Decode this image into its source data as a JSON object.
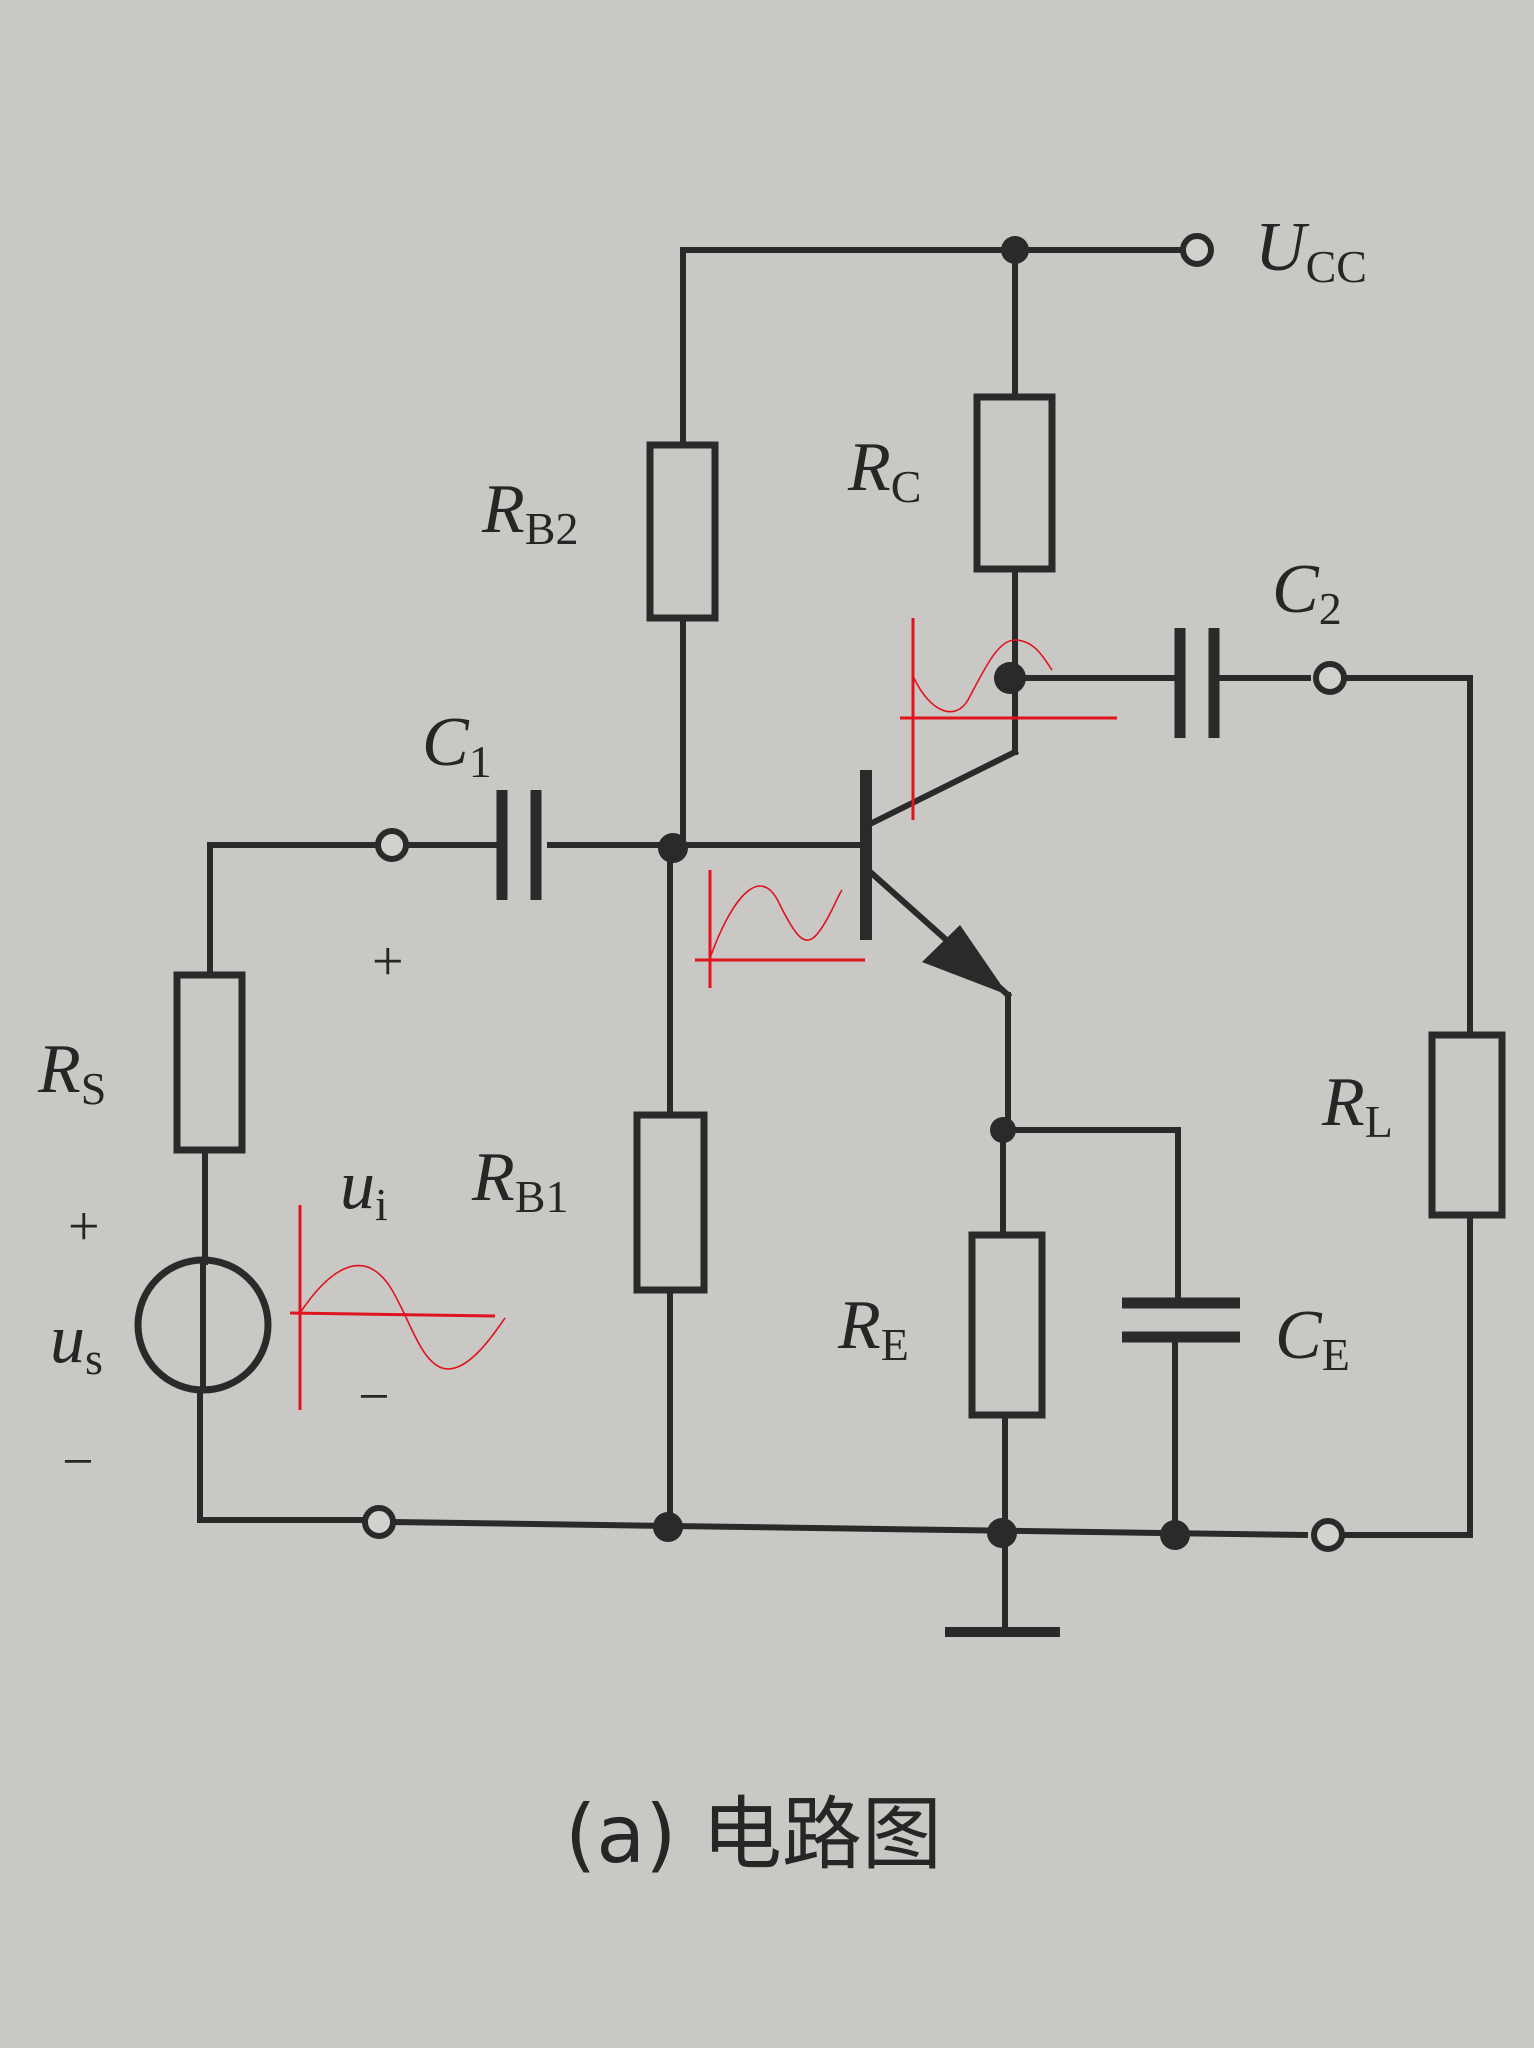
{
  "labels": {
    "ucc": {
      "main": "U",
      "sub": "CC"
    },
    "rb2": {
      "main": "R",
      "sub": "B2"
    },
    "rc": {
      "main": "R",
      "sub": "C"
    },
    "c2": {
      "main": "C",
      "sub": "2"
    },
    "c1": {
      "main": "C",
      "sub": "1"
    },
    "rs": {
      "main": "R",
      "sub": "S"
    },
    "ui": {
      "main": "u",
      "sub": "i"
    },
    "rb1": {
      "main": "R",
      "sub": "B1"
    },
    "rl": {
      "main": "R",
      "sub": "L"
    },
    "us": {
      "main": "u",
      "sub": "s"
    },
    "re": {
      "main": "R",
      "sub": "E"
    },
    "ce": {
      "main": "C",
      "sub": "E"
    }
  },
  "signs": {
    "input_plus": "+",
    "input_minus": "−",
    "source_plus": "+",
    "source_minus": "−"
  },
  "caption": "(a) 电路图",
  "colors": {
    "ink": "#2a2a2a",
    "paper": "#c9c8c4",
    "annotation": "#e0141e"
  }
}
